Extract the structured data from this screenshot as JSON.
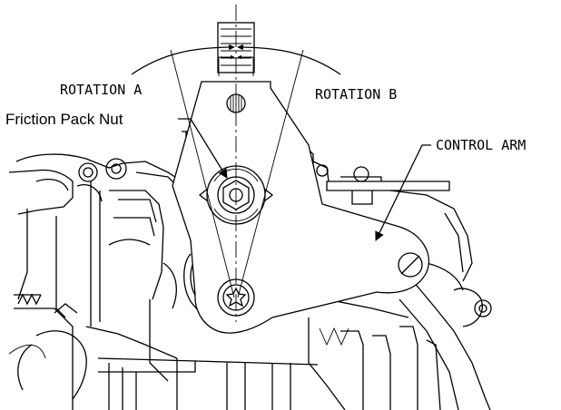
{
  "labels": {
    "rotation_a": "ROTATION A",
    "rotation_b": "ROTATION B",
    "friction_pack_nut": "Friction Pack Nut",
    "control_arm": "CONTROL ARM"
  }
}
